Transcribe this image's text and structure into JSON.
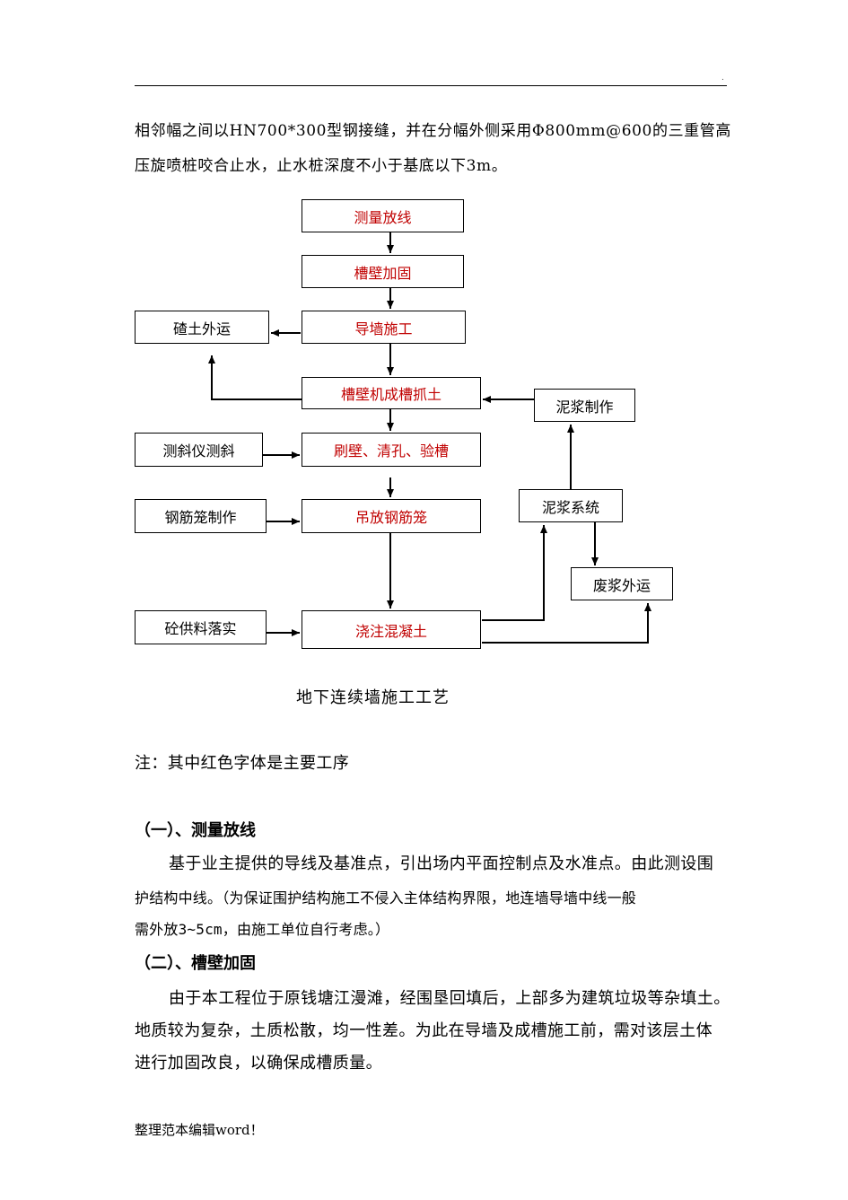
{
  "header": {
    "mark": "."
  },
  "intro": {
    "line1": "相邻幅之间以HN700*300型钢接缝，并在分幅外侧采用Φ800mm@600的三重管高",
    "line2": "压旋喷桩咬合止水，止水桩深度不小于基底以下3m。"
  },
  "flowchart": {
    "main_steps": [
      "测量放线",
      "槽壁加固",
      "导墙施工",
      "槽壁机成槽抓土",
      "刷壁、清孔、验槽",
      "吊放钢筋笼",
      "浇注混凝土"
    ],
    "side_boxes": {
      "spoil": "碴土外运",
      "inclinometer": "测斜仪测斜",
      "cage_making": "钢筋笼制作",
      "concrete_supply": "砼供料落实",
      "slurry_making": "泥浆制作",
      "slurry_system": "泥浆系统",
      "waste_slurry": "废浆外运"
    },
    "caption": "地下连续墙施工工艺"
  },
  "note": "注：其中红色字体是主要工序",
  "sections": [
    {
      "heading": "（一）、测量放线",
      "lines": [
        "基于业主提供的导线及基准点，引出场内平面控制点及水准点。由此测设围",
        "护结构中线。（为保证围护结构施工不侵入主体结构界限，地连墙导墙中线一般",
        "需外放3~5cm，由施工单位自行考虑。）"
      ]
    },
    {
      "heading": "（二）、槽壁加固",
      "lines": [
        "由于本工程位于原钱塘江漫滩，经围垦回填后，上部多为建筑垃圾等杂填土。",
        "地质较为复杂，土质松散，均一性差。为此在导墙及成槽施工前，需对该层土体",
        "进行加固改良，以确保成槽质量。"
      ]
    }
  ],
  "footer": "整理范本编辑word！",
  "colors": {
    "main_step": "#c00000",
    "text": "#000000"
  }
}
